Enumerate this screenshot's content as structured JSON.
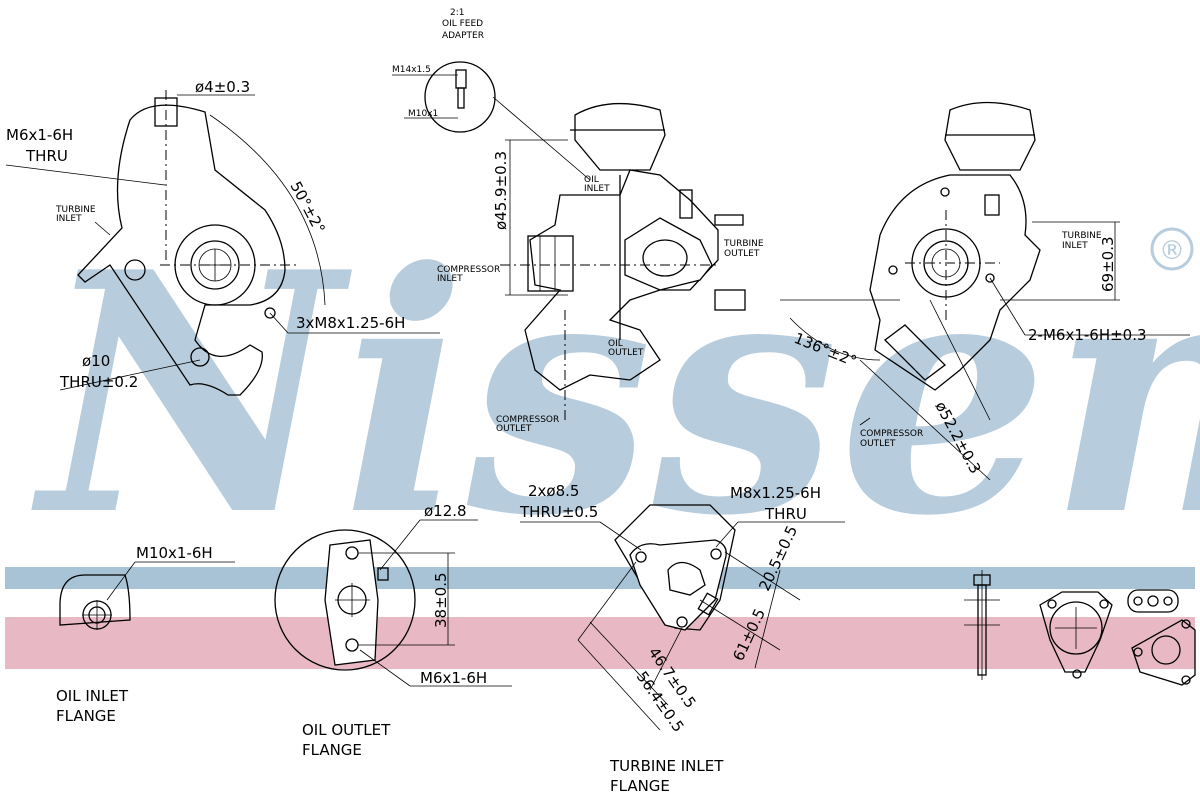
{
  "brand": {
    "name": "Nissens",
    "registered_mark": "®"
  },
  "colors": {
    "watermark": "#b7ccdc",
    "band_blue": "#a9c3d6",
    "band_pink": "#e8b9c5",
    "line": "#000000"
  },
  "left_view": {
    "dim_hole": "ø4±0.3",
    "angle": "50°±2°",
    "thread_top": "M6x1-6H",
    "thread_top_2": "THRU",
    "turbine_inlet": [
      "TURBINE",
      "INLET"
    ],
    "bolt": "3xM8x1.25-6H",
    "hole_bottom": "ø10",
    "hole_bottom_2": "THRU±0.2"
  },
  "center_view": {
    "adapter_title": [
      "2:1",
      "OIL FEED",
      "ADAPTER"
    ],
    "thread_1": "M14x1.5",
    "thread_2": "M10x1",
    "dim_vertical": "ø45.9±0.3",
    "oil_inlet": [
      "OIL",
      "INLET"
    ],
    "compressor_inlet": [
      "COMPRESSOR",
      "INLET"
    ],
    "turbine_outlet": [
      "TURBINE",
      "OUTLET"
    ],
    "oil_outlet": [
      "OIL",
      "OUTLET"
    ],
    "compressor_outlet": [
      "COMPRESSOR",
      "OUTLET"
    ]
  },
  "right_view": {
    "turbine_inlet": [
      "TURBINE",
      "INLET"
    ],
    "dim_height": "69±0.3",
    "angle": "136°±2°",
    "thread": "2-M6x1-6H±0.3",
    "compressor_outlet": [
      "COMPRESSOR",
      "OUTLET"
    ],
    "dim_diameter": "ø52.2±0.3"
  },
  "oil_inlet_flange": {
    "thread": "M10x1-6H",
    "title": [
      "OIL INLET",
      "FLANGE"
    ]
  },
  "oil_outlet_flange": {
    "hole": "ø12.8",
    "dim": "38±0.5",
    "thread": "M6x1-6H",
    "title": [
      "OIL OUTLET",
      "FLANGE"
    ]
  },
  "turbine_inlet_flange": {
    "holes": "2xø8.5",
    "holes_2": "THRU±0.5",
    "thread": "M8x1.25-6H",
    "thread_2": "THRU",
    "dim_1": "20.5±0.5",
    "dim_2": "61±0.5",
    "dim_3": "46.7±0.5",
    "dim_4": "56.4±0.5",
    "title": [
      "TURBINE INLET",
      "FLANGE"
    ]
  }
}
